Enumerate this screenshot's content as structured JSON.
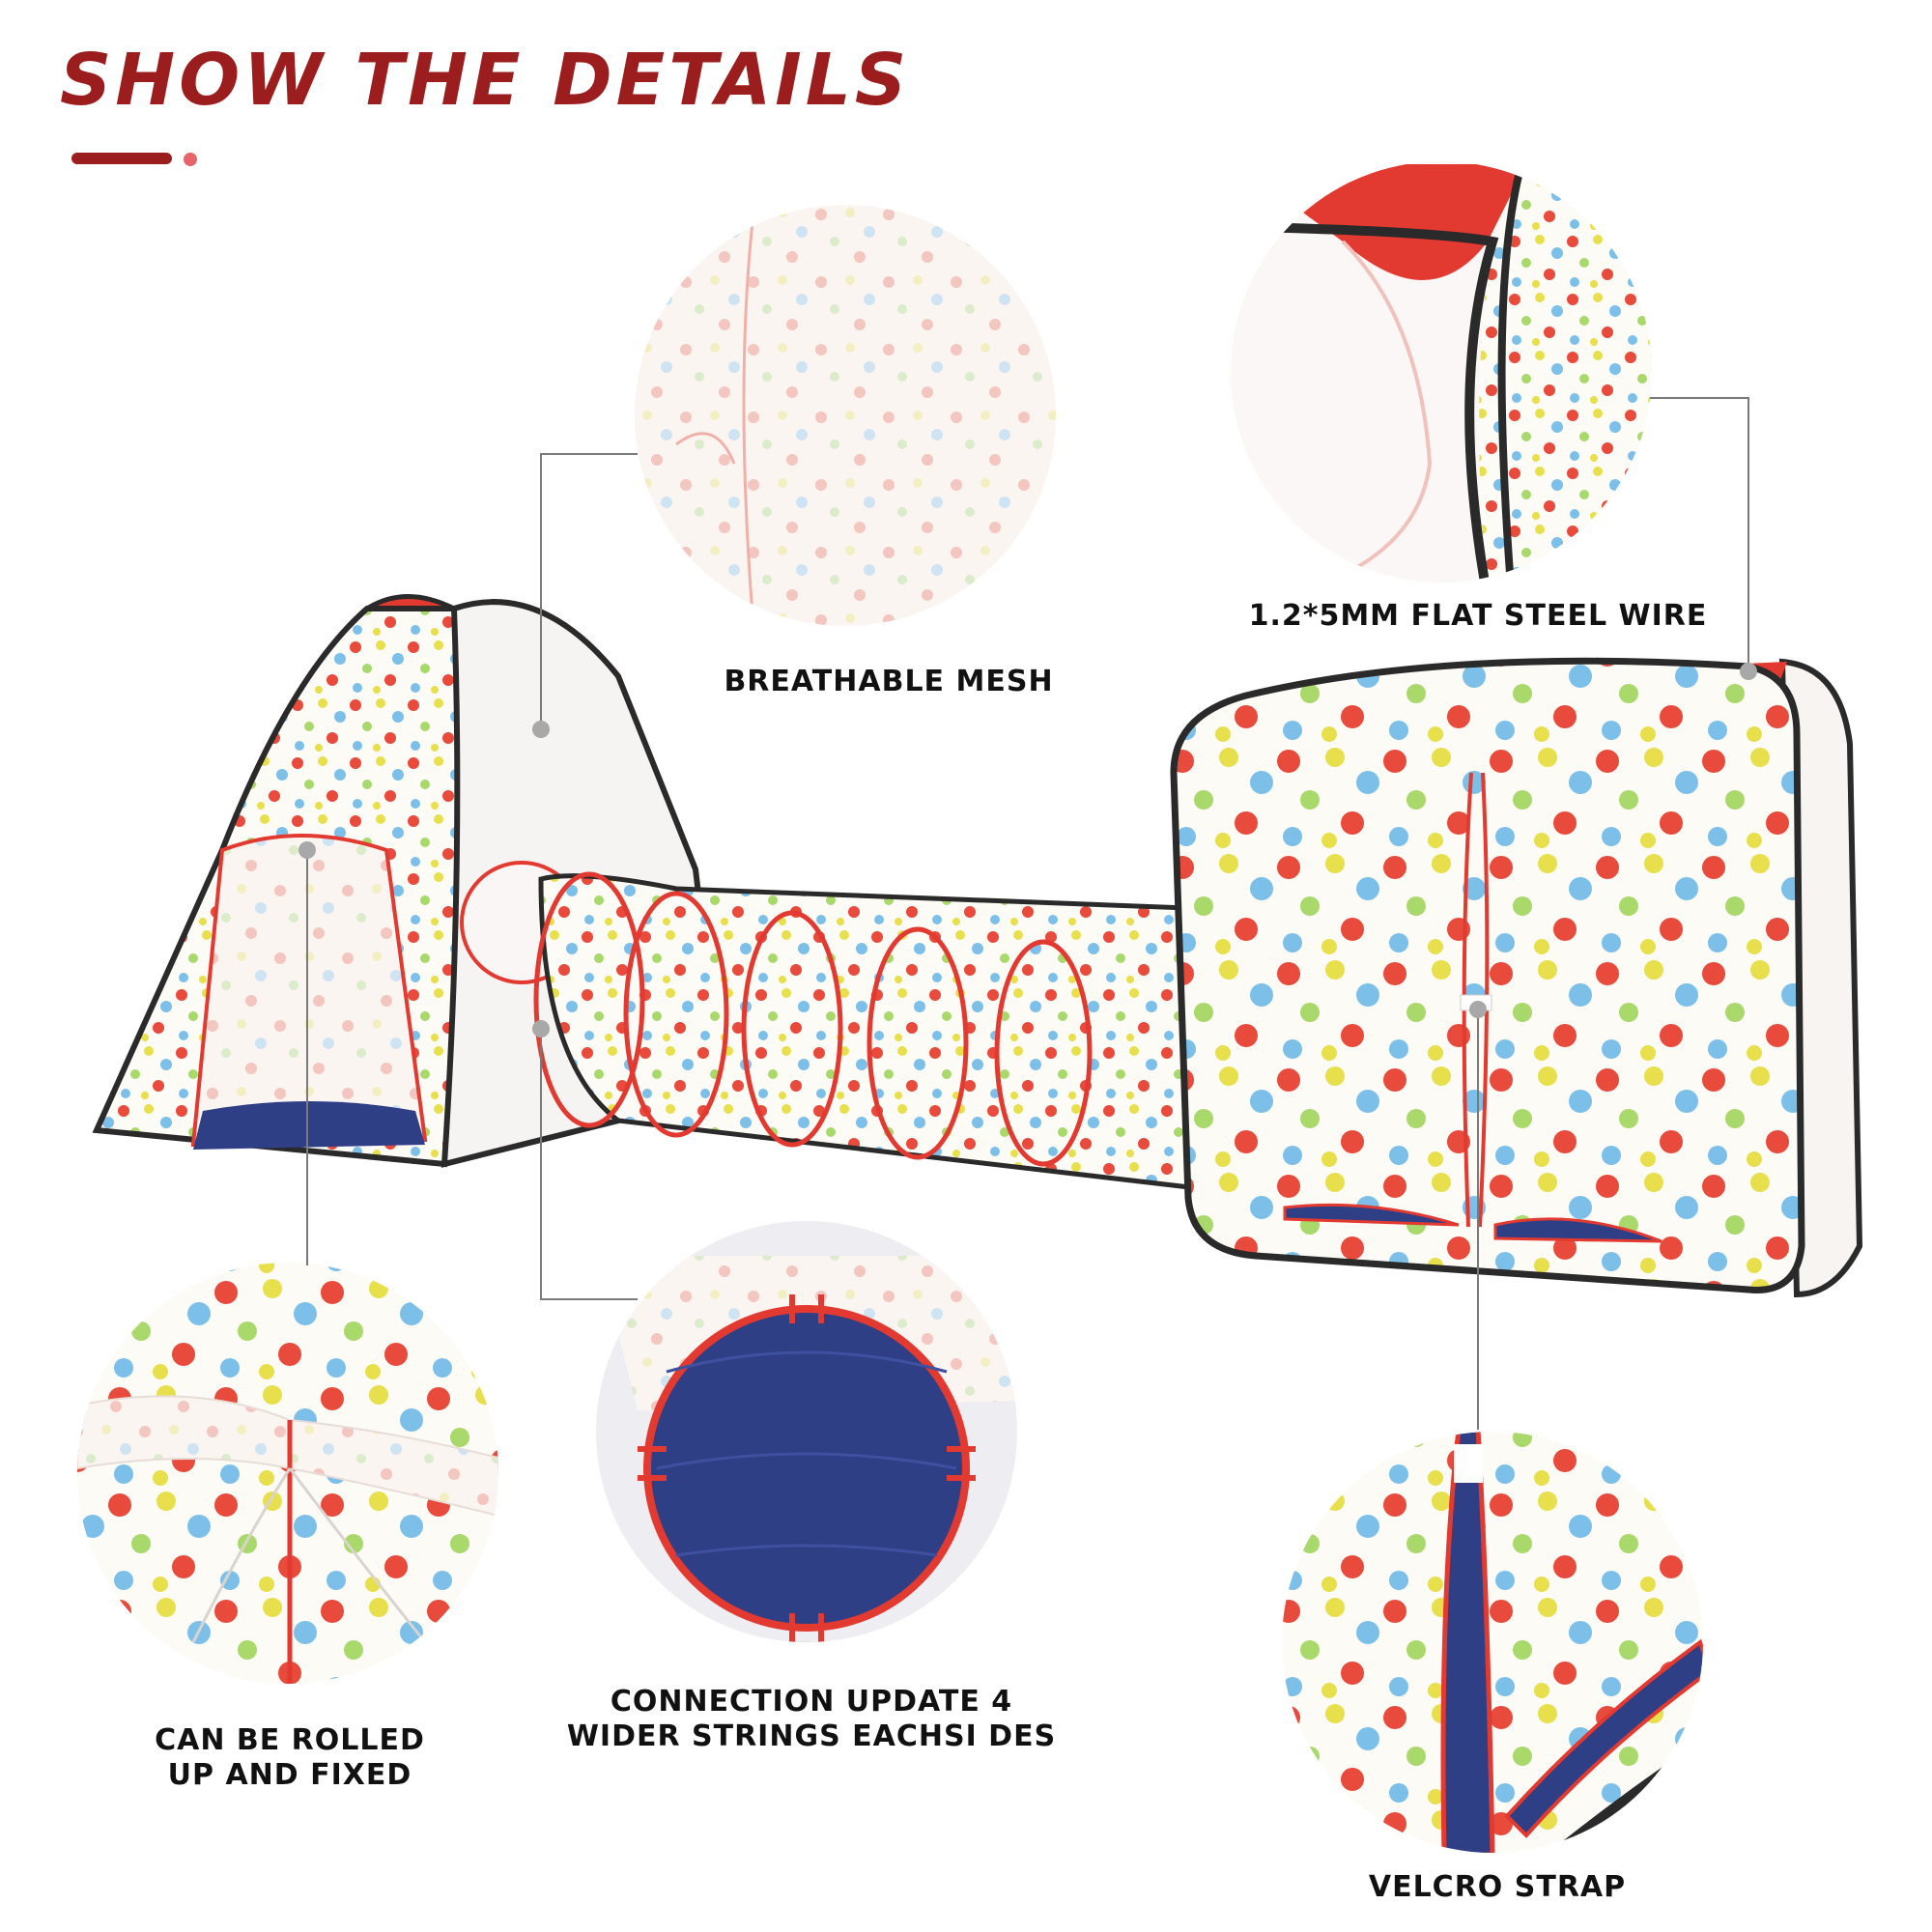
{
  "heading": "SHOW THE DETAILS",
  "callouts": {
    "mesh": "BREATHABLE MESH",
    "wire": "1.2*5MM FLAT STEEL WIRE",
    "roll_line1": "CAN BE ROLLED",
    "roll_line2": "UP AND FIXED",
    "conn_line1": "CONNECTION UPDATE 4",
    "conn_line2": "WIDER STRINGS EACHSI DES",
    "velcro": "VELCRO STRAP"
  },
  "colors": {
    "heading": "#9b1d1d",
    "accent_red": "#e23a30",
    "dot_red": "#e84a3c",
    "dot_yellow": "#e8df4c",
    "dot_blue": "#7cc0ea",
    "dot_green": "#a9d96a",
    "floor_blue": "#2e3f86",
    "trim": "#2a2a2a"
  },
  "icons": [
    "callout-pointer-icon"
  ]
}
